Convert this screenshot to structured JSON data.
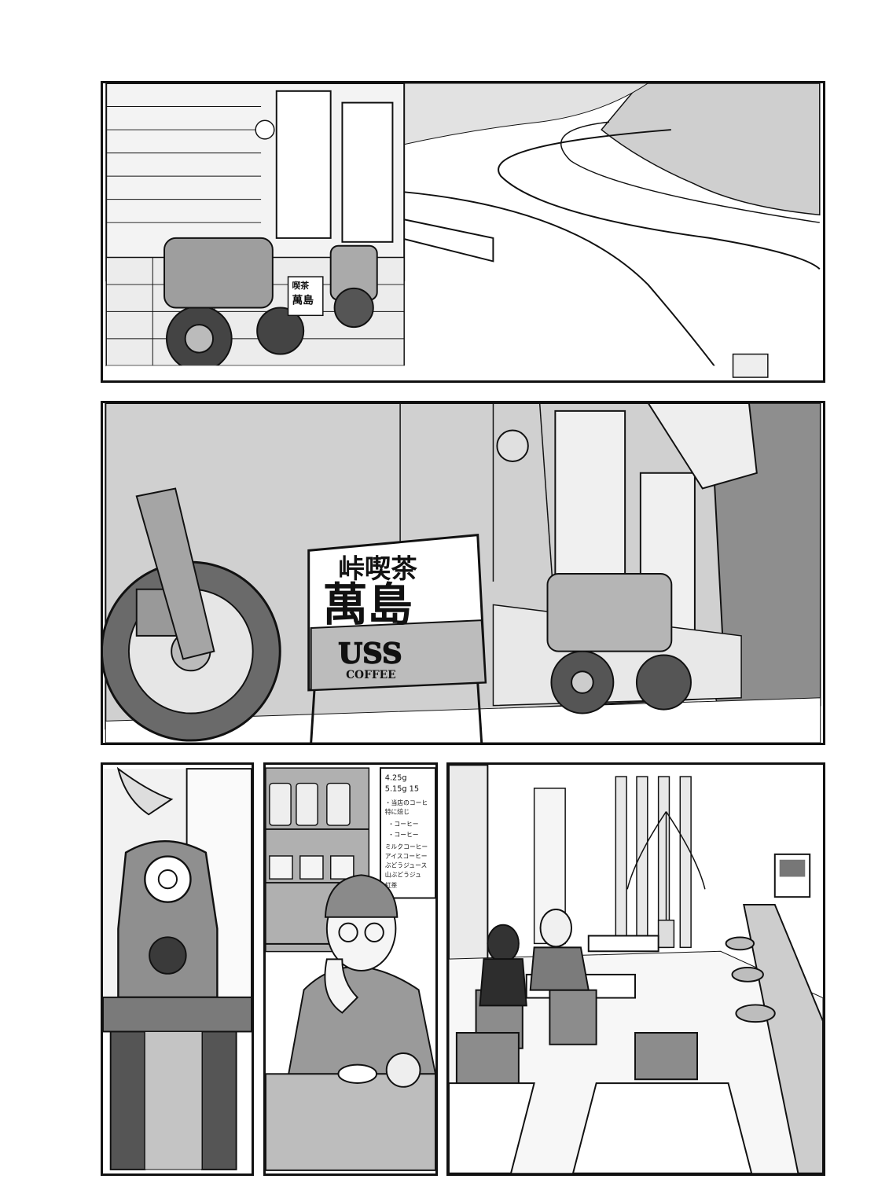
{
  "page": {
    "panels": [
      {
        "name": "panel-road-cafe-exterior"
      },
      {
        "name": "panel-cafe-sign-motorcycles"
      },
      {
        "name": "panel-speaker-closeup"
      },
      {
        "name": "panel-cafe-owner"
      },
      {
        "name": "panel-cafe-interior"
      }
    ]
  },
  "sign": {
    "line1": "峠喫茶",
    "line2": "萬島",
    "brand": "USS",
    "brand_sub": "COFFEE"
  },
  "small_sign": {
    "line1": "喫茶",
    "line2": "萬島"
  },
  "menu_board": {
    "lines": [
      "4.25g",
      "5.15g 15",
      "・当店のコーヒ",
      "特に焙じ",
      "・コーヒー",
      "・コーヒー",
      "ミルクコーヒー",
      "アイスコーヒー",
      "ぶどうジュース",
      "山ぶどうジュ",
      "紅茶"
    ]
  },
  "colors": {
    "ink": "#111111",
    "paper": "#ffffff",
    "screentone": "#b8b8b8",
    "light_tone": "#dcdcdc"
  }
}
